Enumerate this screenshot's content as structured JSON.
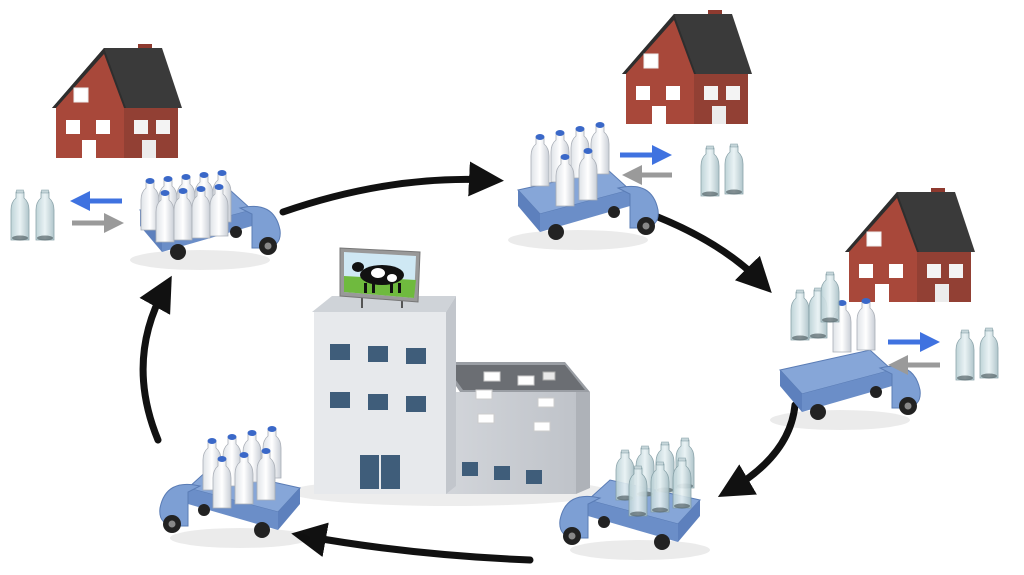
{
  "diagram": {
    "cycle_direction": "clockwise",
    "stops": [
      {
        "id": "house-top-left",
        "house": true,
        "truck": "full",
        "exchange": "full-bottles-delivered-empty-bottles-collected"
      },
      {
        "id": "house-top-right",
        "house": true,
        "truck": "full",
        "exchange": "full-bottles-delivered-empty-bottles-collected"
      },
      {
        "id": "house-right",
        "house": true,
        "truck": "full",
        "exchange": "full-bottles-delivered-empty-bottles-collected"
      },
      {
        "id": "truck-bottom-right",
        "house": false,
        "truck": "empty-bottles"
      },
      {
        "id": "truck-bottom-left",
        "house": false,
        "truck": "full"
      }
    ],
    "center": "dairy-factory",
    "billboard": "cow"
  },
  "colors": {
    "arrow": "#111111",
    "exchange_out": "#3f72e0",
    "exchange_in": "#9a9a9a",
    "truck": "#7d9fd4",
    "brick": "#a8483a",
    "roof": "#3a3a3a",
    "factory": "#e4e6ea",
    "cap": "#3a68c8"
  }
}
